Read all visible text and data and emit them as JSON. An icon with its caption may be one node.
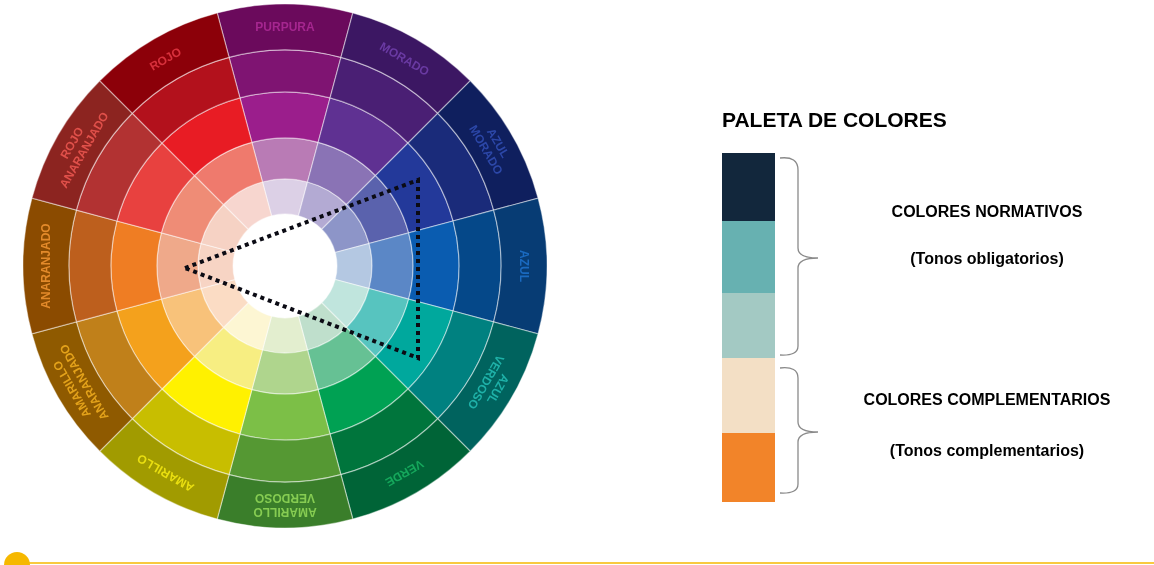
{
  "diagram": {
    "title": "PALETA DE COLORES",
    "labels": [
      "PURPURA",
      "MORADO",
      "AZUL MORADO",
      "AZUL",
      "AZUL VERDOSO",
      "VERDE",
      "AMARILLO VERDOSO",
      "AMARILLO",
      "AMARILLO ANARANJADO",
      "ANARANJADO",
      "ROJO ANARANJADO",
      "ROJO",
      "COLORES NORMATIVOS",
      "(Tonos obligatorios)",
      "COLORES COMPLEMENTARIOS",
      "(Tonos complementarios)"
    ]
  }
}
